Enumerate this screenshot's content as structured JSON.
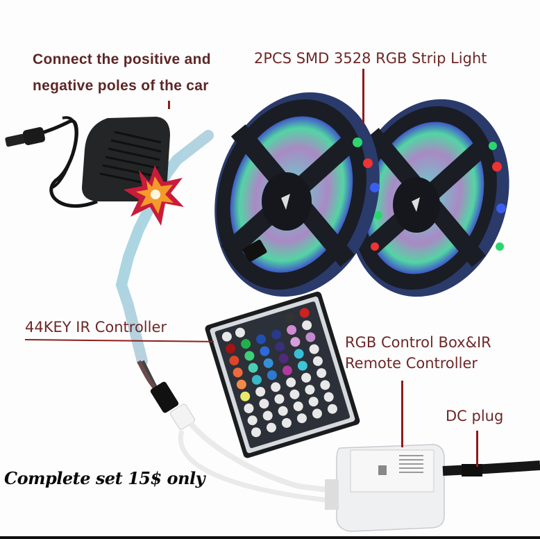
{
  "labels": {
    "power_adapter": [
      "Connect the positive and",
      "negative poles of the car"
    ],
    "strip_light": "2PCS SMD 3528 RGB Strip Light",
    "ir_controller": "44KEY IR Controller",
    "control_box": [
      "RGB Control Box&IR",
      "Remote Controller"
    ],
    "dc_plug": "DC plug"
  },
  "promo": {
    "text": "Complete set 15$ only"
  },
  "colors": {
    "label_text": "#5e2626",
    "leader_line": "#8e1c1c",
    "promo_text": "#0a0a0a",
    "background": "#fdfdfd"
  },
  "products": [
    {
      "name": "power-adapter",
      "type": "UK plug AC adapter"
    },
    {
      "name": "strip-reel-1",
      "type": "LED strip reel"
    },
    {
      "name": "strip-reel-2",
      "type": "LED strip reel"
    },
    {
      "name": "ir-remote",
      "type": "44 key IR remote"
    },
    {
      "name": "control-box",
      "type": "RGB control box"
    }
  ]
}
